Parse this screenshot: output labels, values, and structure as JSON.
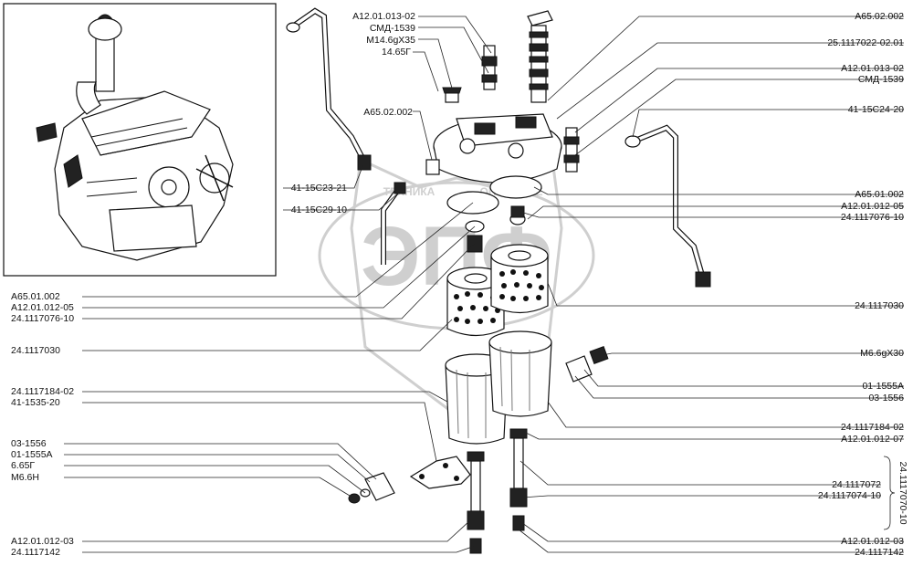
{
  "watermark": {
    "main": "ЭПФ",
    "left": "ТЕХНИКА",
    "right": "ОПИСАНИЕ"
  },
  "labels_top_right": [
    "А12.01.013-02",
    "СМД-1539",
    "М14.6gХ35",
    "14.65Г",
    "А65.02.002",
    "25.1117022-02.01",
    "А12.01.013-02",
    "СМД-1539",
    "41-15С24-20"
  ],
  "labels_left_top": [
    "А65.02.002",
    "41-15С23-21",
    "41-15С29-10"
  ],
  "labels_right_mid": [
    "А65.01.002",
    "А12.01.012-05",
    "24.1117076-10",
    "24.1117030",
    "М6.6gХ30",
    "01-1555А",
    "03-1556",
    "24.1117184-02",
    "А12.01.012-07"
  ],
  "labels_left_mid": [
    "А65.01.002",
    "А12.01.012-05",
    "24.1117076-10",
    "24.1117030",
    "24.1117184-02",
    "41-1535-20",
    "03-1556",
    "01-1555А",
    "6.65Г",
    "М6.6Н"
  ],
  "labels_bottom": [
    "24.1117072",
    "24.1117074-10",
    "А12.01.012-03",
    "24.1117142",
    "А12.01.012-03",
    "24.1117142"
  ],
  "assembly_label": "24.1117070-10"
}
